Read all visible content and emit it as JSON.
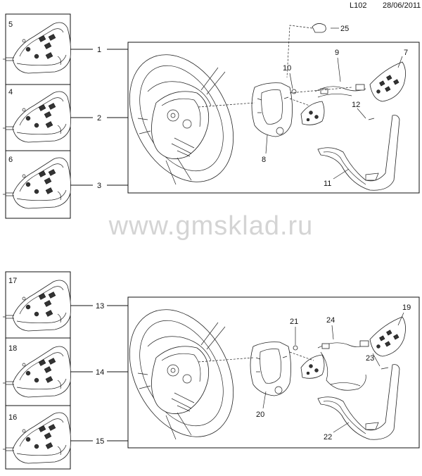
{
  "header": {
    "code": "L102",
    "date": "28/06/2011"
  },
  "watermark": "www.gmsklad.ru",
  "callouts": {
    "c1": "1",
    "c2": "2",
    "c3": "3",
    "c4": "4",
    "c5": "5",
    "c6": "6",
    "c7": "7",
    "c8": "8",
    "c9": "9",
    "c10": "10",
    "c11": "11",
    "c12": "12",
    "c13": "13",
    "c14": "14",
    "c15": "15",
    "c16": "16",
    "c17": "17",
    "c18": "18",
    "c19": "19",
    "c20": "20",
    "c21": "21",
    "c22": "22",
    "c23": "23",
    "c24": "24",
    "c25": "25"
  }
}
